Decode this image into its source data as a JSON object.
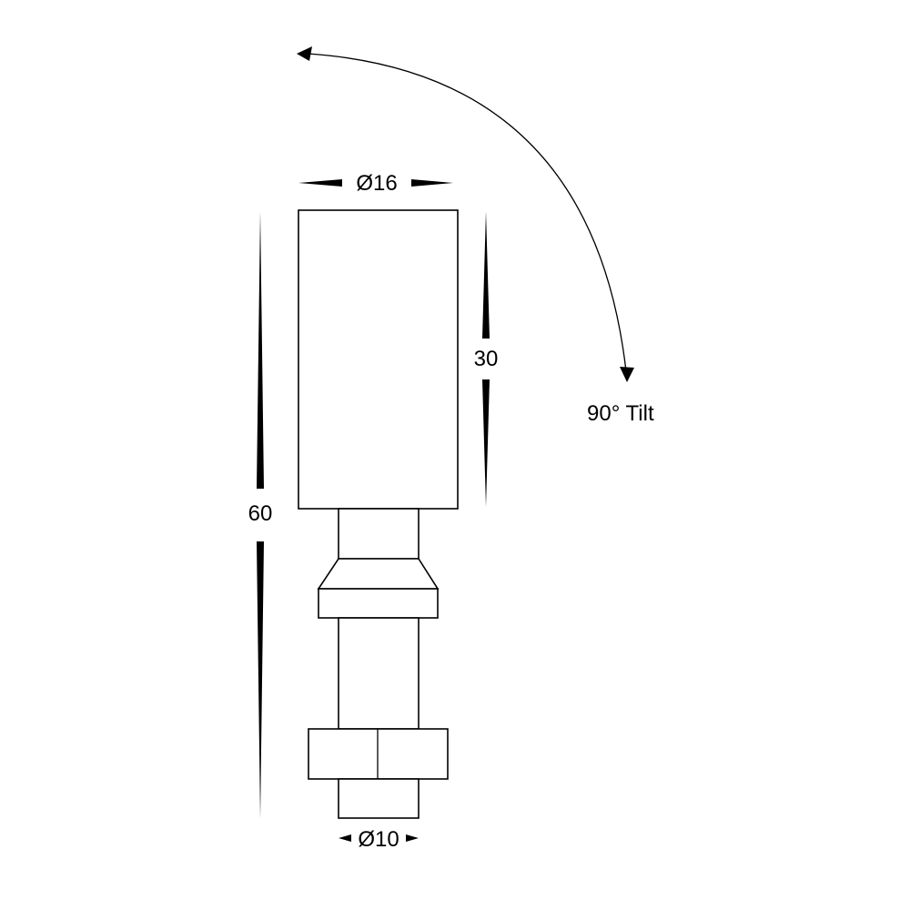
{
  "dimensions": {
    "top_diameter": "Ø16",
    "bottom_diameter": "Ø10",
    "head_height": "30",
    "overall_height": "60"
  },
  "tilt": {
    "label": "90° Tilt",
    "degrees": 90
  }
}
